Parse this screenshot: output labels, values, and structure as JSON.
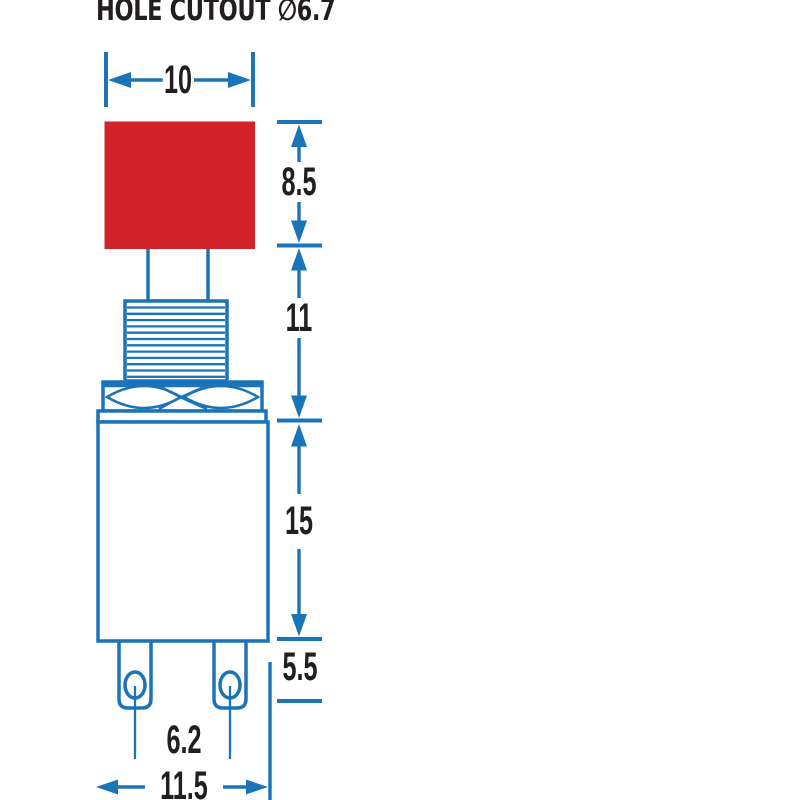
{
  "title": "HOLE CUTOUT ∅6.7",
  "colors": {
    "line_blue": "#1b73b8",
    "cap_red": "#d2232a",
    "text_black": "#221e1f",
    "background": "#ffffff"
  },
  "dimensions": {
    "cap_width": "10",
    "cap_height": "8.5",
    "bushing_height": "11",
    "body_height": "15",
    "terminal_height": "5.5",
    "terminal_spacing": "6.2",
    "body_width": "11.5"
  }
}
